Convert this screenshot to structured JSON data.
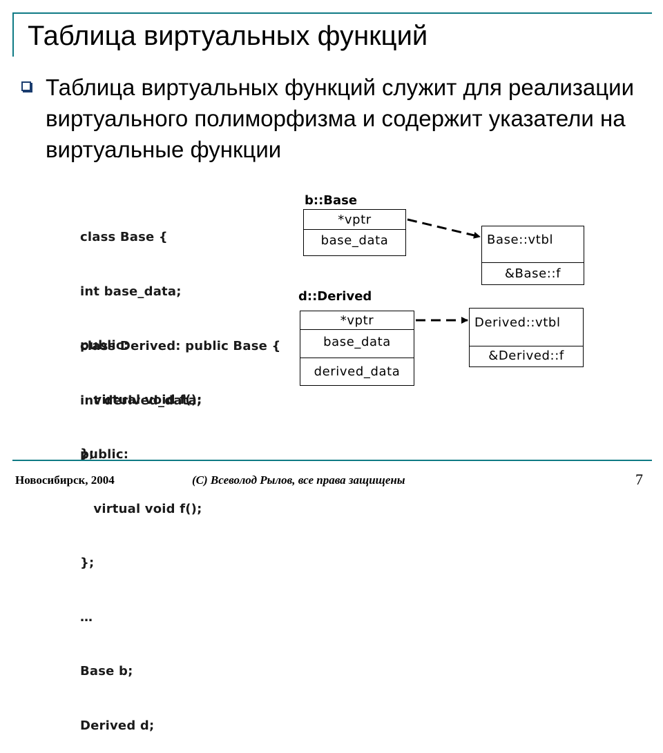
{
  "slide": {
    "title": "Таблица виртуальных функций",
    "bullet": "Таблица виртуальных функций служит для реализации виртуального полиморфизма и содержит указатели на виртуальные функции"
  },
  "code": {
    "lines": [
      "class Base {",
      "int base_data;",
      "public:",
      "   virtual void f();",
      "};",
      "",
      "class Derived: public Base {",
      "int derived_data;",
      "public:",
      "   virtual void f();",
      "};",
      "…",
      "Base b;",
      "Derived d;"
    ]
  },
  "diagram": {
    "base_object": {
      "label": "b::Base",
      "fields": [
        "*vptr",
        "base_data"
      ]
    },
    "base_vtbl": {
      "title": "Base::vtbl",
      "entry": "&Base::f"
    },
    "derived_object": {
      "label": "d::Derived",
      "fields": [
        "*vptr",
        "base_data",
        "derived_data"
      ]
    },
    "derived_vtbl": {
      "title": "Derived::vtbl",
      "entry": "&Derived::f"
    }
  },
  "footer": {
    "city": "Новосибирск, 2004",
    "copyright": "(С) Всеволод Рылов, все права защищены",
    "page_number": "7"
  },
  "colors": {
    "accent": "#0e7a84",
    "bullet": "#1a3c6e"
  }
}
